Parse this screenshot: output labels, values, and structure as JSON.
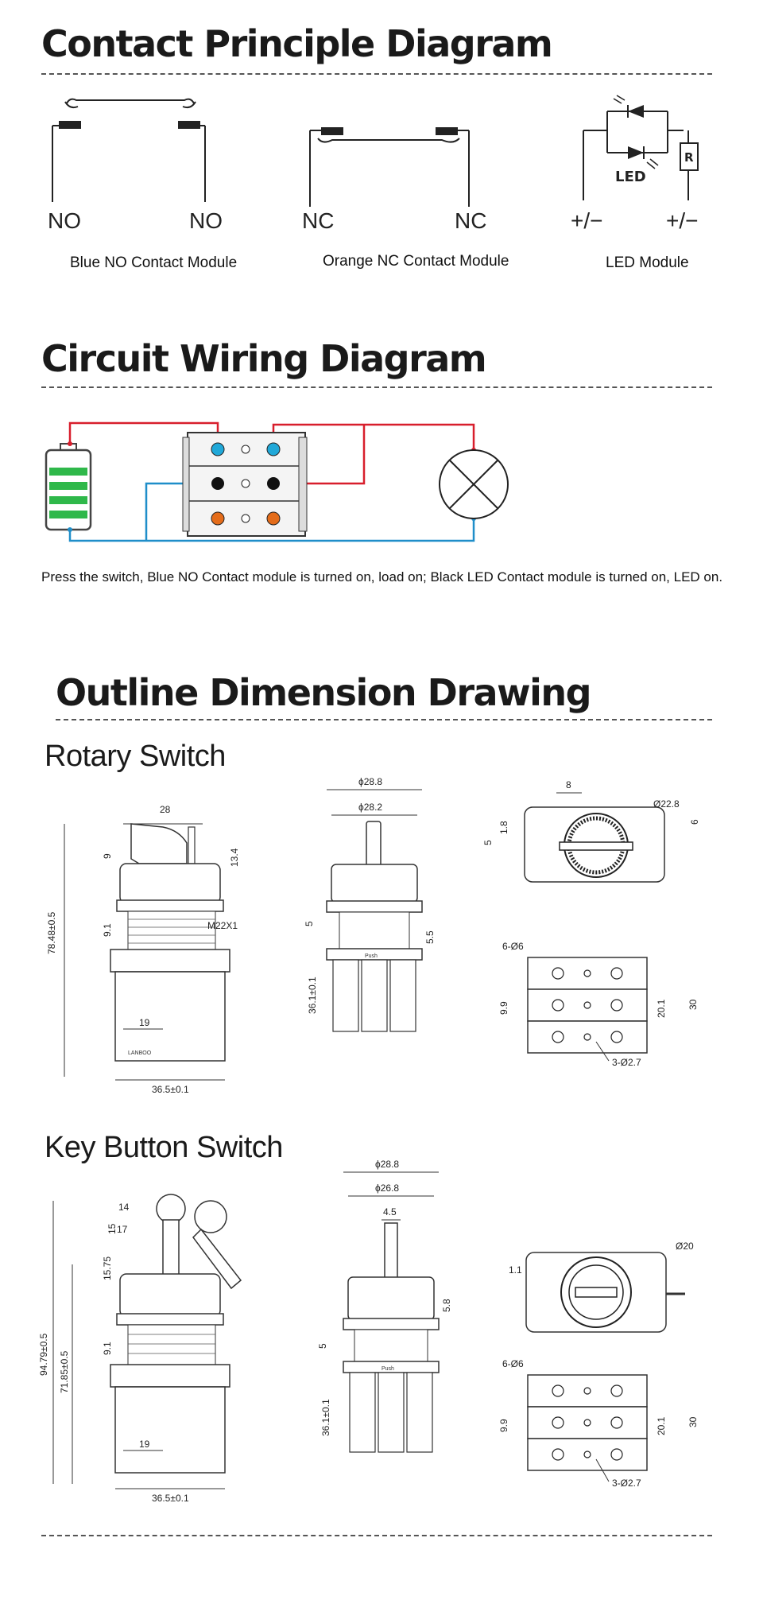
{
  "sections": {
    "contact": "Contact Principle Diagram",
    "wiring": "Circuit Wiring Diagram",
    "outline": "Outline Dimension Drawing"
  },
  "contact_modules": {
    "no": {
      "left": "NO",
      "right": "NO",
      "caption": "Blue NO Contact Module"
    },
    "nc": {
      "left": "NC",
      "right": "NC",
      "caption": "Orange NC Contact Module"
    },
    "led": {
      "left": "+/−",
      "right": "+/−",
      "caption": "LED Module",
      "led_text": "LED",
      "resistor_text": "R"
    }
  },
  "wiring_note": "Press the switch, Blue NO Contact module is turned on, load on; Black LED Contact module  is turned on, LED  on.",
  "rotary": {
    "title": "Rotary Switch",
    "dims": {
      "d28": "28",
      "d9": "9",
      "d13_4": "13.4",
      "d78_48": "78.48±0.5",
      "d9_1": "9.1",
      "m22": "M22X1",
      "d19": "19",
      "d36_5": "36.5±0.1",
      "phi28_8": "ϕ28.8",
      "phi28_2": "ϕ28.2",
      "d5": "5",
      "d5_5": "5.5",
      "d36_1": "36.1±0.1",
      "d8": "8",
      "phi22_8": "Ø22.8",
      "d1_8": "1.8",
      "d5b": "5",
      "d6": "6",
      "holes6": "6-Ø6",
      "d9_9": "9.9",
      "d20_1": "20.1",
      "d30": "30",
      "holes3": "3-Ø2.7"
    }
  },
  "key": {
    "title": "Key Button Switch",
    "dims": {
      "d14": "14",
      "d15": "15",
      "d17": "17",
      "d15_75": "15.75",
      "d94_79": "94.79±0.5",
      "d71_85": "71.85±0.5",
      "d9_1": "9.1",
      "d19": "19",
      "d36_5": "36.5±0.1",
      "phi28_8": "ϕ28.8",
      "phi26_8": "ϕ26.8",
      "d4_5": "4.5",
      "d5_8": "5.8",
      "d5": "5",
      "d36_1": "36.1±0.1",
      "d1_1": "1.1",
      "phi20": "Ø20",
      "holes6": "6-Ø6",
      "d9_9": "9.9",
      "d20_1": "20.1",
      "d30": "30",
      "holes3": "3-Ø2.7"
    }
  },
  "push_label": "Push",
  "brand_label": "LANBOO",
  "colors": {
    "red": "#d81e2c",
    "blue": "#1f8ec9",
    "cyan": "#20a8d8",
    "orange": "#e46c1a",
    "green": "#2fb84a"
  }
}
